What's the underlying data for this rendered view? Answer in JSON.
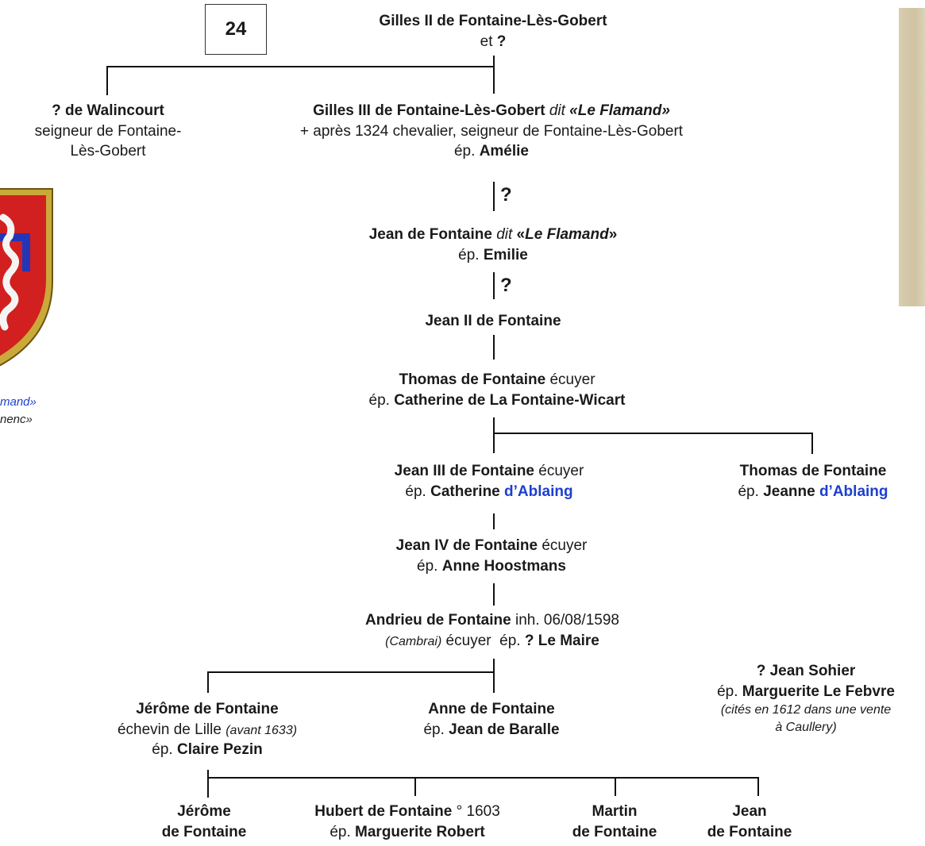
{
  "page_number": "24",
  "couple_top": {
    "name": "Gilles II de Fontaine-Lès-Gobert",
    "spouse_prefix": "et",
    "spouse": "?"
  },
  "walincourt": {
    "name": "? de Walincourt",
    "line2": "seigneur de Fontaine-",
    "line3": "Lès-Gobert"
  },
  "gilles3": {
    "name": "Gilles III de Fontaine-Lès-Gobert",
    "dit": "dit",
    "nickname": "«Le Flamand»",
    "line2": "+ après 1324 chevalier, seigneur de Fontaine-Lès-Gobert",
    "ep": "ép.",
    "spouse": "Amélie"
  },
  "unknown_link_1": "?",
  "jean1": {
    "name": "Jean de Fontaine",
    "dit": "dit",
    "nickname_open": "«",
    "nickname": "Le Flamand",
    "nickname_close": "»",
    "ep": "ép.",
    "spouse": "Emilie"
  },
  "unknown_link_2": "?",
  "jean2": {
    "name": "Jean II de Fontaine"
  },
  "thomas1": {
    "name": "Thomas de Fontaine",
    "title": "écuyer",
    "ep": "ép.",
    "spouse": "Catherine de La Fontaine-Wicart"
  },
  "jean3": {
    "name": "Jean III de Fontaine",
    "title": "écuyer",
    "ep": "ép.",
    "spouse_first": "Catherine",
    "spouse_family": "d’Ablaing"
  },
  "thomas2": {
    "name": "Thomas de Fontaine",
    "ep": "ép.",
    "spouse_first": "Jeanne",
    "spouse_family": "d’Ablaing"
  },
  "jean4": {
    "name": "Jean IV de Fontaine",
    "title": "écuyer",
    "ep": "ép.",
    "spouse": "Anne Hoostmans"
  },
  "andrieu": {
    "name": "Andrieu de Fontaine",
    "inh": "inh. 06/08/1598",
    "place": "(Cambrai)",
    "title": "écuyer",
    "ep": "ép.",
    "spouse": "? Le Maire"
  },
  "sohier": {
    "name": "? Jean Sohier",
    "ep": "ép.",
    "spouse": "Marguerite Le Febvre",
    "note1": "(cités en 1612 dans une vente",
    "note2": "à Caullery)"
  },
  "jerome1": {
    "name": "Jérôme de Fontaine",
    "role": "échevin de Lille",
    "date": "(avant 1633)",
    "ep": "ép.",
    "spouse": "Claire Pezin"
  },
  "anne": {
    "name": "Anne de Fontaine",
    "ep": "ép.",
    "spouse": "Jean de Baralle"
  },
  "children": {
    "jerome2": {
      "line1": "Jérôme",
      "line2": "de Fontaine"
    },
    "hubert": {
      "name": "Hubert de Fontaine",
      "born": "° 1603",
      "ep": "ép.",
      "spouse": "Marguerite Robert"
    },
    "martin": {
      "line1": "Martin",
      "line2": "de Fontaine"
    },
    "jean": {
      "line1": "Jean",
      "line2": "de Fontaine"
    }
  },
  "arms_caption": {
    "line1": "mand»",
    "line2": "nenc»"
  },
  "colors": {
    "line": "#111111",
    "link_blue": "#1c3fcf",
    "shield_red": "#d21f1f",
    "shield_gold": "#c9a93a",
    "shield_blue": "#2336b8"
  }
}
